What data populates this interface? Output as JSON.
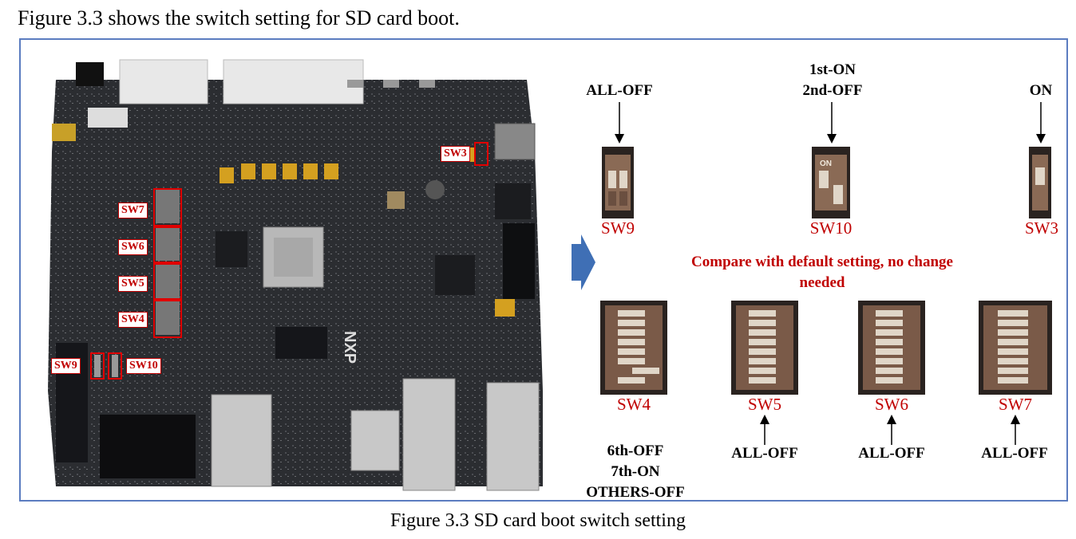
{
  "intro_text": "Figure 3.3 shows the switch setting for SD card boot.",
  "caption": "Figure 3.3  SD card boot switch setting",
  "board": {
    "labels": {
      "sw3": "SW3",
      "sw7": "SW7",
      "sw6": "SW6",
      "sw5": "SW5",
      "sw4": "SW4",
      "sw9": "SW9",
      "sw10": "SW10"
    },
    "logo": "NXP"
  },
  "top_switches": {
    "sw9": {
      "name": "SW9",
      "setting": "ALL-OFF"
    },
    "sw10": {
      "name": "SW10",
      "setting_line1": "1st-ON",
      "setting_line2": "2nd-OFF"
    },
    "sw3": {
      "name": "SW3",
      "setting": "ON"
    }
  },
  "note_line1": "Compare with default setting, no change",
  "note_line2": "needed",
  "bottom_switches": {
    "sw4": {
      "name": "SW4",
      "setting_line1": "6th-OFF",
      "setting_line2": "7th-ON",
      "setting_line3": "OTHERS-OFF"
    },
    "sw5": {
      "name": "SW5",
      "setting": "ALL-OFF"
    },
    "sw6": {
      "name": "SW6",
      "setting": "ALL-OFF"
    },
    "sw7": {
      "name": "SW7",
      "setting": "ALL-OFF"
    }
  },
  "colors": {
    "frame": "#5b7cc0",
    "label_red": "#c00000",
    "arrow_blue": "#3f6fb5",
    "pcb": "#2a2c30"
  }
}
